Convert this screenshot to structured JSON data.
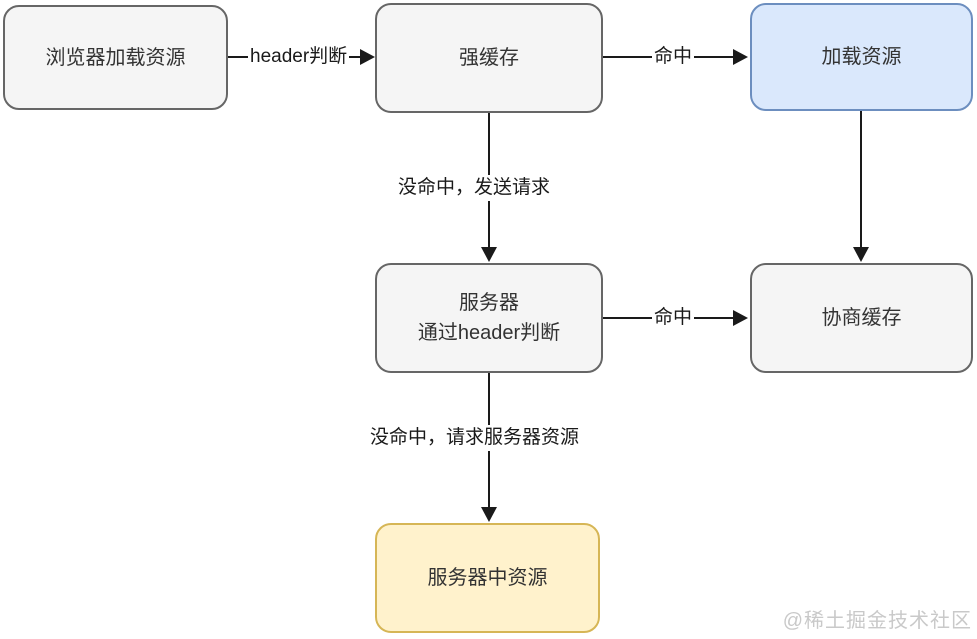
{
  "diagram": {
    "type": "flowchart",
    "topic": "browser cache decision flow",
    "background": "#ffffff",
    "nodes": [
      {
        "id": "browser-load",
        "label": "浏览器加载资源",
        "fill": "#f5f5f5",
        "border": "#666666"
      },
      {
        "id": "strong-cache",
        "label": "强缓存",
        "fill": "#f5f5f5",
        "border": "#666666"
      },
      {
        "id": "load-resource",
        "label": "加载资源",
        "fill": "#dae8fc",
        "border": "#6c8ebf"
      },
      {
        "id": "server-judge",
        "label": "服务器\n通过header判断",
        "fill": "#f5f5f5",
        "border": "#666666"
      },
      {
        "id": "negotiate-cache",
        "label": "协商缓存",
        "fill": "#f5f5f5",
        "border": "#666666"
      },
      {
        "id": "server-resource",
        "label": "服务器中资源",
        "fill": "#fff2cc",
        "border": "#d6b656"
      }
    ],
    "edges": [
      {
        "from": "browser-load",
        "to": "strong-cache",
        "label": "header判断"
      },
      {
        "from": "strong-cache",
        "to": "load-resource",
        "label": "命中"
      },
      {
        "from": "strong-cache",
        "to": "server-judge",
        "label": "没命中，发送请求"
      },
      {
        "from": "load-resource",
        "to": "negotiate-cache",
        "label": ""
      },
      {
        "from": "server-judge",
        "to": "negotiate-cache",
        "label": "命中"
      },
      {
        "from": "server-judge",
        "to": "server-resource",
        "label": "没命中，请求服务器资源"
      }
    ],
    "watermark": "@稀土掘金技术社区",
    "colors": {
      "line": "#1a1a1a",
      "text": "#333333",
      "watermark": "#c9c9c9"
    }
  }
}
